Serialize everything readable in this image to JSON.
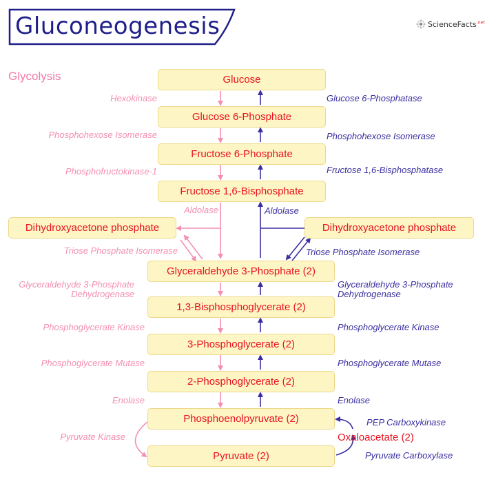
{
  "title": "Gluconeogenesis",
  "logo": {
    "name": "ScienceFacts",
    "suffix": ".net"
  },
  "section_label": "Glycolysis",
  "metabolites": {
    "glucose": "Glucose",
    "g6p": "Glucose 6-Phosphate",
    "f6p": "Fructose 6-Phosphate",
    "f16bp": "Fructose 1,6-Bisphosphate",
    "dhap_left": "Dihydroxyacetone phosphate",
    "dhap_right": "Dihydroxyacetone phosphate",
    "g3p": "Glyceraldehyde 3-Phosphate (2)",
    "bpg": "1,3-Bisphosphoglycerate (2)",
    "pg3": "3-Phosphoglycerate (2)",
    "pg2": "2-Phosphoglycerate (2)",
    "pep": "Phosphoenolpyruvate (2)",
    "pyruvate": "Pyruvate (2)",
    "oxaloacetate": "Oxaloacetate (2)"
  },
  "glycolysis_enzymes": {
    "hexokinase": "Hexokinase",
    "phi": "Phosphohexose Isomerase",
    "pfk": "Phosphofructokinase-1",
    "aldolase": "Aldolase",
    "tpi": "Triose Phosphate Isomerase",
    "g3pdh_1": "Glyceraldehyde 3-Phosphate",
    "g3pdh_2": "Dehydrogenase",
    "pgk": "Phosphoglycerate Kinase",
    "pgm": "Phosphoglycerate Mutase",
    "enolase": "Enolase",
    "pk": "Pyruvate Kinase"
  },
  "gluconeogenesis_enzymes": {
    "g6pase": "Glucose 6-Phosphatase",
    "phi": "Phosphohexose Isomerase",
    "fbpase": "Fructose 1,6-Bisphosphatase",
    "aldolase": "Aldolase",
    "tpi": "Triose Phosphate Isomerase",
    "g3pdh_1": "Glyceraldehyde 3-Phosphate",
    "g3pdh_2": "Dehydrogenase",
    "pgk": "Phosphoglycerate Kinase",
    "pgm": "Phosphoglycerate Mutase",
    "enolase": "Enolase",
    "pepck": "PEP Carboxykinase",
    "pc": "Pyruvate Carboxylase"
  },
  "colors": {
    "title": "#1f1f8a",
    "metabolite_text": "#e8121e",
    "box_fill": "#fdf5c4",
    "box_border": "#ecd98a",
    "glycolysis": "#f48fb1",
    "gluconeogenesis": "#3a2fa0"
  }
}
